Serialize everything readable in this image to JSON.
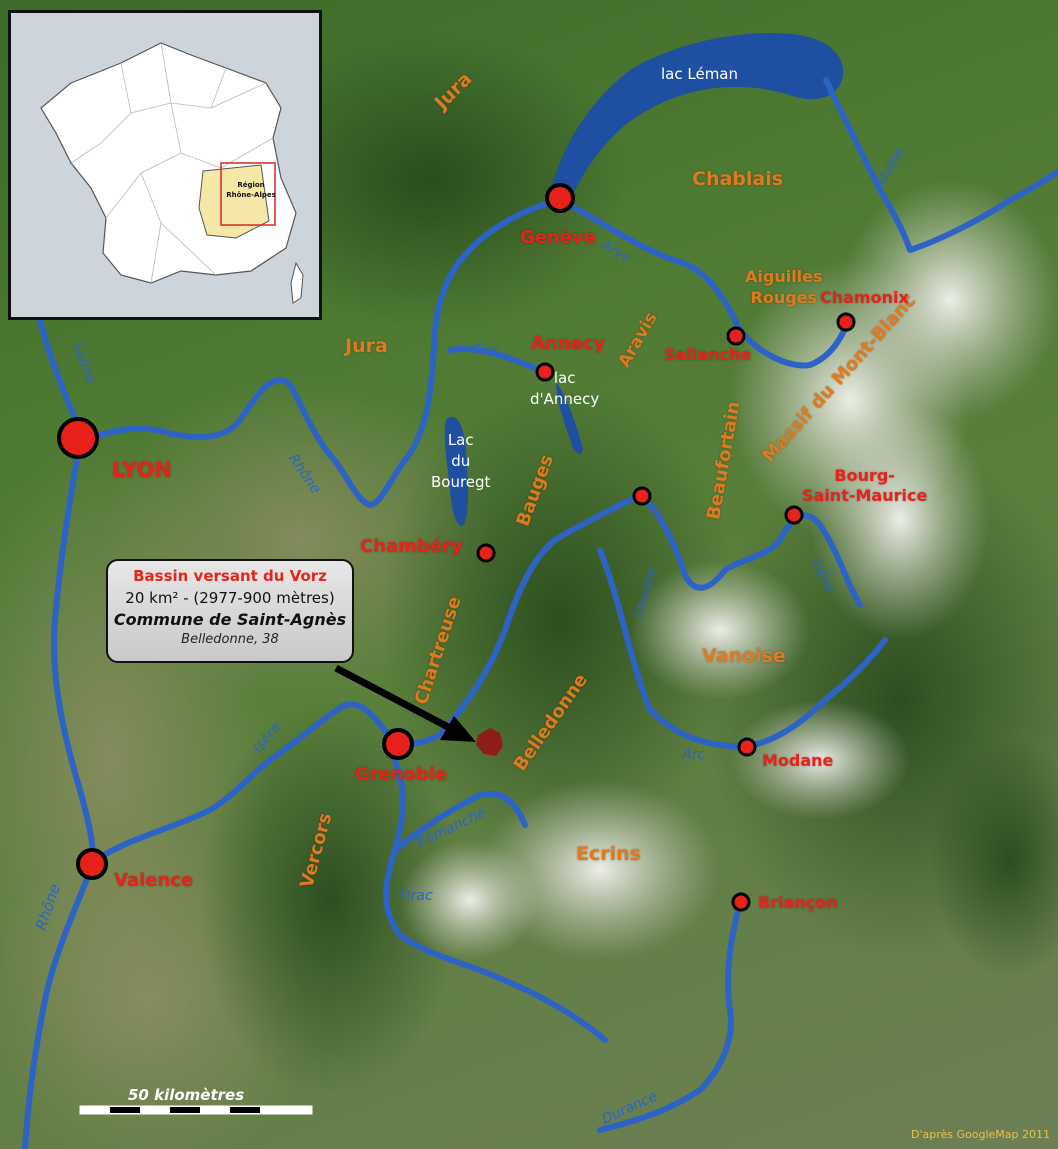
{
  "colors": {
    "river": "#2e63c6",
    "lake": "#1e4fa0",
    "city_marker": "#e8211a",
    "city_label": "#e8211a",
    "region_label": "#e07a1e",
    "inset_region_fill": "#f5e7a6"
  },
  "icons": {
    "city_marker": "city-marker-icon",
    "catchment": "catchment-icon",
    "arrow": "arrow-icon"
  },
  "lakes": {
    "leman": "lac Léman",
    "annecy_1": "lac",
    "annecy_2": "d'Annecy",
    "bourget_1": "Lac",
    "bourget_2": "du",
    "bourget_3": "Bouregt"
  },
  "regions": {
    "jura_north": "Jura",
    "jura_south": "Jura",
    "chablais": "Chablais",
    "aiguilles_1": "Aiguilles",
    "aiguilles_2": "Rouges",
    "aravis": "Aravis",
    "mont_blanc": "Massif du Mont-Blanc",
    "bauges": "Bauges",
    "beaufortain": "Beaufortain",
    "chartreuse": "Chartreuse",
    "belledonne": "Belledonne",
    "vanoise": "Vanoise",
    "vercors": "Vercors",
    "ecrins": "Ecrins"
  },
  "cities": {
    "geneve": "Genève",
    "annecy": "Annecy",
    "chamonix": "Chamonix",
    "sallanche": "Sallanche",
    "lyon": "LYON",
    "chambery": "Chambéry",
    "bourg_1": "Bourg-",
    "bourg_2": "Saint-Maurice",
    "grenoble": "Grenoble",
    "modane": "Modane",
    "valence": "Valence",
    "briancon": "Briançon"
  },
  "rivers": {
    "rhone_upper": "Rhône",
    "arve": "Arve",
    "fier": "Fier",
    "saone": "Saône",
    "rhone_mid": "Rhône",
    "lauziere": "Lauzière",
    "isere_upper": "Isère",
    "isere_lower": "Isère",
    "arc": "Arc",
    "romanche": "Romanche",
    "drac": "Drac",
    "rhone_lower": "Rhône",
    "durance": "Durance"
  },
  "callout": {
    "title": "Bassin versant du Vorz",
    "area": "20 km² - (2977-900 mètres)",
    "commune": "Commune de Saint-Agnès",
    "place": "Belledonne, 38"
  },
  "inset": {
    "region_1": "Région",
    "region_2": "Rhône-Alpes"
  },
  "scale": {
    "label": "50 kilomètres"
  },
  "credit": "D'après GoogleMap 2011"
}
